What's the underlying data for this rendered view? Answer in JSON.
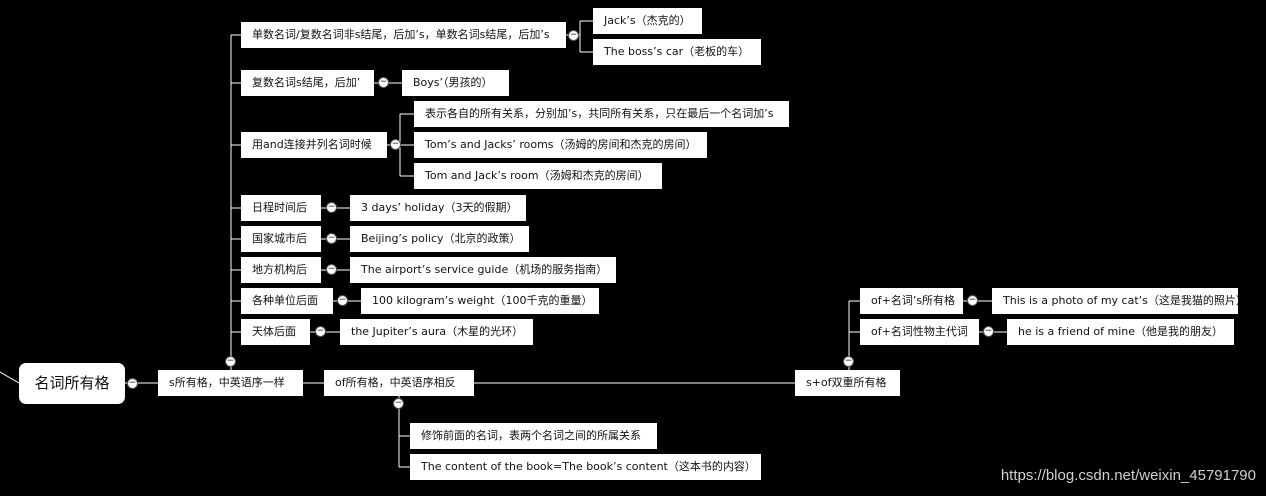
{
  "root": "名词所有格",
  "branches": {
    "s_genitive": "s所有格，中英语序一样",
    "of_genitive": "of所有格，中英语序相反",
    "double_genitive": "s+of双重所有格"
  },
  "s_rules": [
    {
      "label": "单数名词/复数名词非s结尾，后加’s，单数名词s结尾，后加’s",
      "examples": [
        "Jack’s（杰克的）",
        "The boss’s car（老板的车）"
      ]
    },
    {
      "label": "复数名词s结尾，后加’",
      "examples": [
        "Boys’（男孩的）"
      ]
    },
    {
      "label": "用and连接并列名词时候",
      "examples": [
        "表示各自的所有关系，分别加’s，共同所有关系，只在最后一个名词加’s",
        "Tom’s and Jacks’ rooms（汤姆的房间和杰克的房间）",
        "Tom and Jack’s room（汤姆和杰克的房间）"
      ]
    },
    {
      "label": "日程时间后",
      "examples": [
        "3 days’ holiday（3天的假期）"
      ]
    },
    {
      "label": "国家城市后",
      "examples": [
        "Beijing’s policy（北京的政策）"
      ]
    },
    {
      "label": "地方机构后",
      "examples": [
        "The airport’s service guide（机场的服务指南）"
      ]
    },
    {
      "label": "各种单位后面",
      "examples": [
        "100 kilogram’s weight（100千克的重量）"
      ]
    },
    {
      "label": "天体后面",
      "examples": [
        "the Jupiter’s aura（木星的光环）"
      ]
    }
  ],
  "of_details": [
    "修饰前面的名词，表两个名词之间的所属关系",
    "The content of the book=The book’s content（这本书的内容）"
  ],
  "double_rules": [
    {
      "label": "of+名词’s所有格",
      "example": "This is a photo of my cat’s（这是我猫的照片）"
    },
    {
      "label": "of+名词性物主代词",
      "example": "he is a friend of mine（他是我的朋友）"
    }
  ],
  "toggle_symbol": "−",
  "watermark": "https://blog.csdn.net/weixin_45791790",
  "colors": {
    "background": "#000000",
    "node": "#ffffff",
    "line": "#ffffff",
    "text": "#111111",
    "watermark": "#cfcfcf"
  }
}
